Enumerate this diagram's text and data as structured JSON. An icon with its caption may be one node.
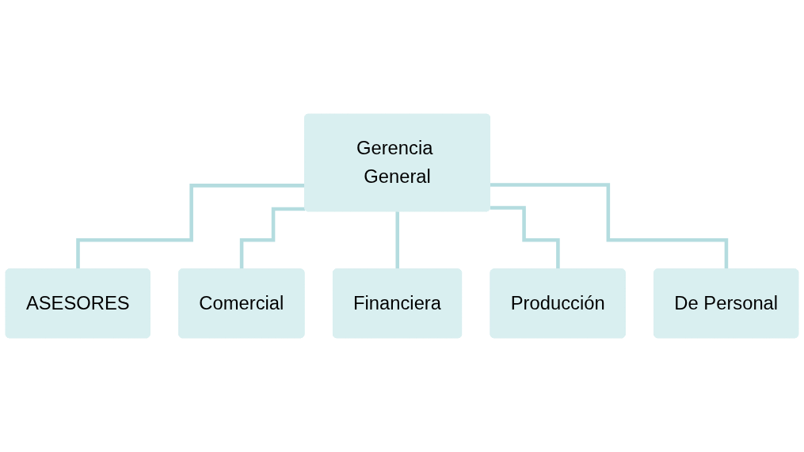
{
  "diagram": {
    "nodes": [
      {
        "text": [
          "Gerencia General"
        ]
      },
      {
        "text": [
          "ASESORES"
        ]
      },
      {
        "text": [
          "Comercial"
        ]
      },
      {
        "text": [
          "Financiera"
        ]
      },
      {
        "text": [
          "Producción"
        ]
      },
      {
        "text": [
          "De Personal"
        ]
      }
    ],
    "edges": [
      {
        "from": 0,
        "to": 1,
        "arrow": "none"
      },
      {
        "from": 0,
        "to": 2,
        "arrow": "none"
      },
      {
        "from": 0,
        "to": 3,
        "arrow": "none"
      },
      {
        "from": 0,
        "to": 4,
        "arrow": "none"
      },
      {
        "from": 0,
        "to": 5,
        "arrow": "none"
      }
    ]
  }
}
